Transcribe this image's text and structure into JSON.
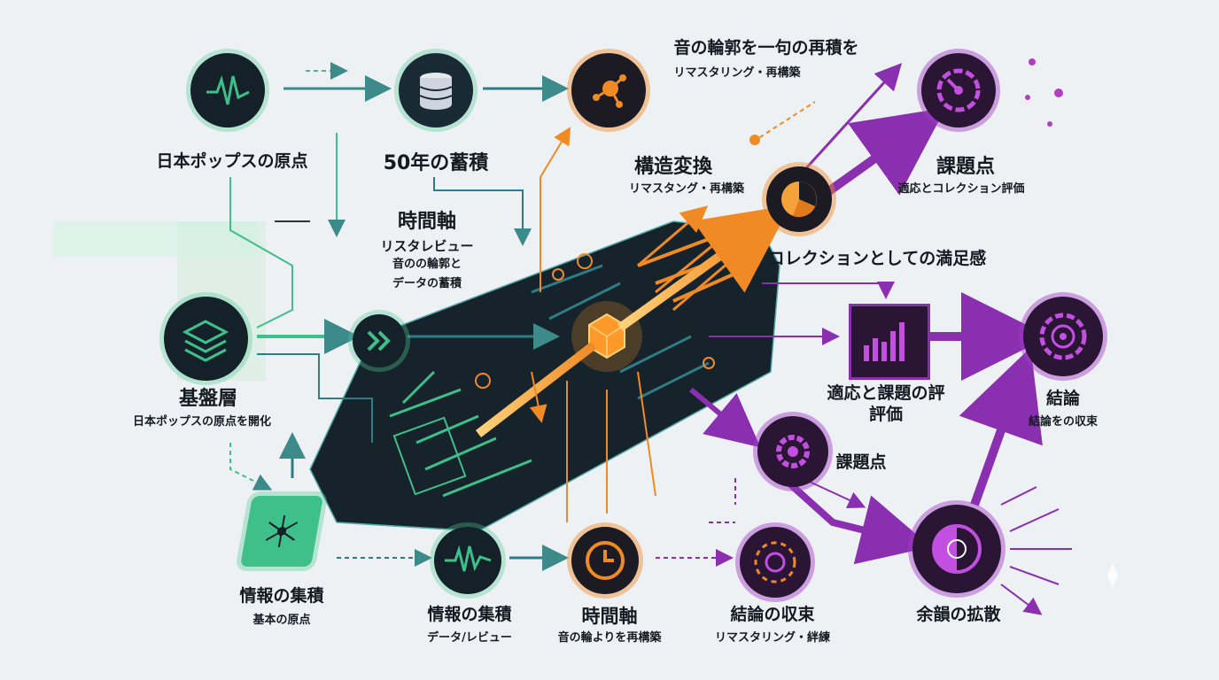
{
  "labels": {
    "origin_title": "日本ポップスの原点",
    "archive_title": "50年の蓄積",
    "top_title": "音の輪郭を一句の再積を",
    "top_sub": "リマスタリング・再構築",
    "struct_title": "構造変換",
    "struct_sub": "リマスタング・再構築",
    "issue_title_top": "課題点",
    "issue_sub_top": "適応とコレクション評価",
    "time_title": "時間軸",
    "time_sub1": "リスタレビュー",
    "time_sub2": "音のの輪郭と",
    "time_sub3": "データの蓄積",
    "satisfaction": "コレクションとしての満足感",
    "base_title": "基盤層",
    "base_sub": "日本ポップスの原点を開化",
    "adapt_title1": "適応と課題の評",
    "adapt_title2": "評価",
    "conclusion_title": "結論",
    "conclusion_sub": "結論をの収束",
    "issue_mid": "課題点",
    "info1_title": "情報の集積",
    "info1_sub": "基本の原点",
    "info2_title": "情報の集積",
    "info2_sub": "データ/レビュー",
    "time2_title": "時間軸",
    "time2_sub": "音の輪よりを再構築",
    "converge_title": "結論の収束",
    "converge_sub": "リマスタリング・絆練",
    "spread_title": "余韻の拡散"
  },
  "colors": {
    "green": "#3fbf8a",
    "teal": "#2e7d86",
    "orange": "#f08a24",
    "purple": "#8a2fb0",
    "board": "#16232b"
  }
}
